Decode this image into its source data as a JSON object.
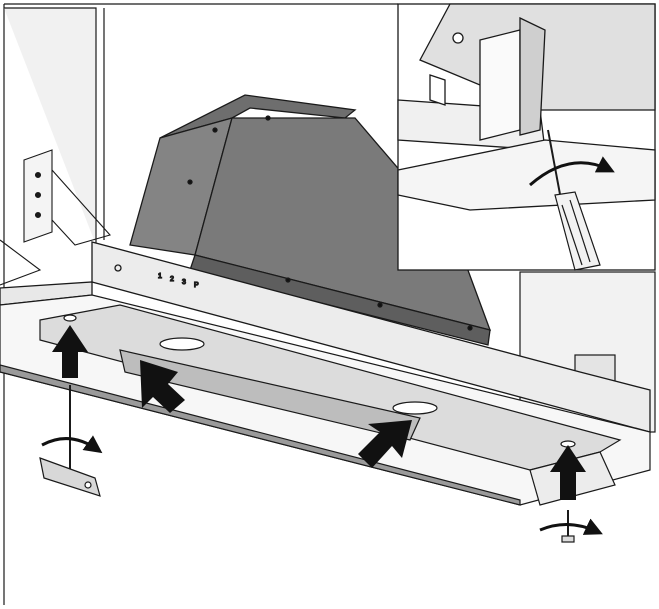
{
  "illustration": {
    "panel_labels": {
      "l1": "1",
      "l2": "2",
      "l3": "3",
      "lp": "P"
    },
    "colors": {
      "outline": "#1a1a1a",
      "light_gray": "#e2e2e2",
      "mid_gray": "#bdbdbd",
      "dark_gray": "#6e6e6e",
      "arrow": "#111111",
      "background": "#ffffff"
    },
    "icons": [
      "up-arrow-icon",
      "diagonal-arrow-icon",
      "rotate-arrow-icon",
      "screwdriver-icon",
      "t-handle-key-icon",
      "screw-icon"
    ]
  }
}
